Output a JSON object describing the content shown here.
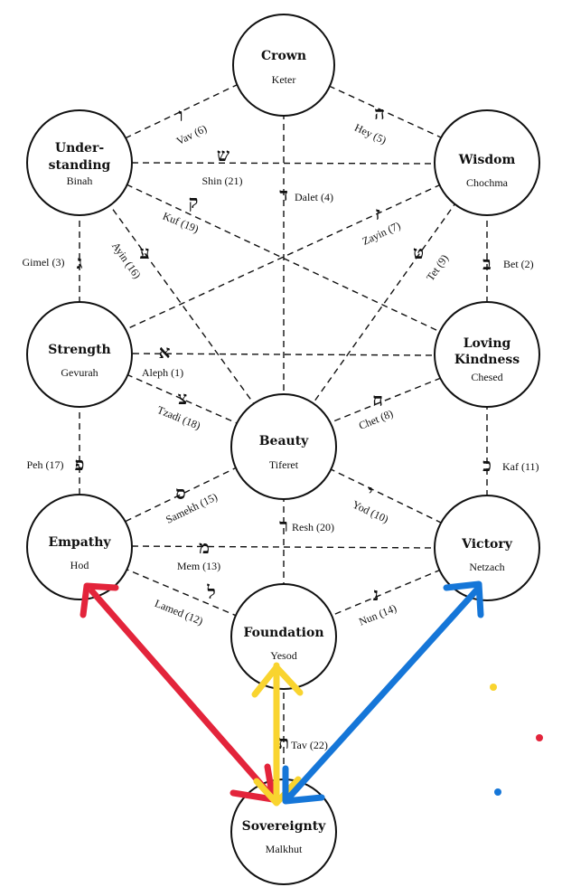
{
  "sefirot": {
    "keter": {
      "title": "Crown",
      "sub": "Keter"
    },
    "chochma": {
      "title": "Wisdom",
      "sub": "Chochma"
    },
    "binah": {
      "title1": "Under-",
      "title2": "standing",
      "sub": "Binah"
    },
    "chesed": {
      "title1": "Loving",
      "title2": "Kindness",
      "sub": "Chesed"
    },
    "gevurah": {
      "title": "Strength",
      "sub": "Gevurah"
    },
    "tiferet": {
      "title": "Beauty",
      "sub": "Tiferet"
    },
    "netzach": {
      "title": "Victory",
      "sub": "Netzach"
    },
    "hod": {
      "title": "Empathy",
      "sub": "Hod"
    },
    "yesod": {
      "title": "Foundation",
      "sub": "Yesod"
    },
    "malkhut": {
      "title": "Sovereignty",
      "sub": "Malkhut"
    }
  },
  "paths": {
    "vav": {
      "letter": "ו",
      "label": "Vav (6)"
    },
    "hey": {
      "letter": "ה",
      "label": "Hey (5)"
    },
    "shin": {
      "letter": "ש",
      "label": "Shin (21)"
    },
    "dalet": {
      "letter": "ד",
      "label": "Dalet (4)"
    },
    "kuf": {
      "letter": "ק",
      "label": "Kuf (19)"
    },
    "zayin": {
      "letter": "ז",
      "label": "Zayin (7)"
    },
    "gimel": {
      "letter": "ג",
      "label": "Gimel (3)"
    },
    "ayin": {
      "letter": "ע",
      "label": "Ayin (16)"
    },
    "tet": {
      "letter": "ט",
      "label": "Tet (9)"
    },
    "bet": {
      "letter": "ב",
      "label": "Bet (2)"
    },
    "aleph": {
      "letter": "א",
      "label": "Aleph (1)"
    },
    "tzadi": {
      "letter": "צ",
      "label": "Tzadi (18)"
    },
    "chet": {
      "letter": "ח",
      "label": "Chet (8)"
    },
    "peh": {
      "letter": "פ",
      "label": "Peh (17)"
    },
    "kaf": {
      "letter": "כ",
      "label": "Kaf (11)"
    },
    "samekh": {
      "letter": "ס",
      "label": "Samekh (15)"
    },
    "yod": {
      "letter": "י",
      "label": "Yod (10)"
    },
    "resh": {
      "letter": "ר",
      "label": "Resh (20)"
    },
    "mem": {
      "letter": "מ",
      "label": "Mem (13)"
    },
    "lamed": {
      "letter": "ל",
      "label": "Lamed (12)"
    },
    "nun": {
      "letter": "נ",
      "label": "Nun (14)"
    },
    "tav": {
      "letter": "ת",
      "label": "Tav (22)"
    }
  },
  "colors": {
    "red": "#e3243b",
    "yellow": "#f9d42f",
    "blue": "#1576d8"
  }
}
